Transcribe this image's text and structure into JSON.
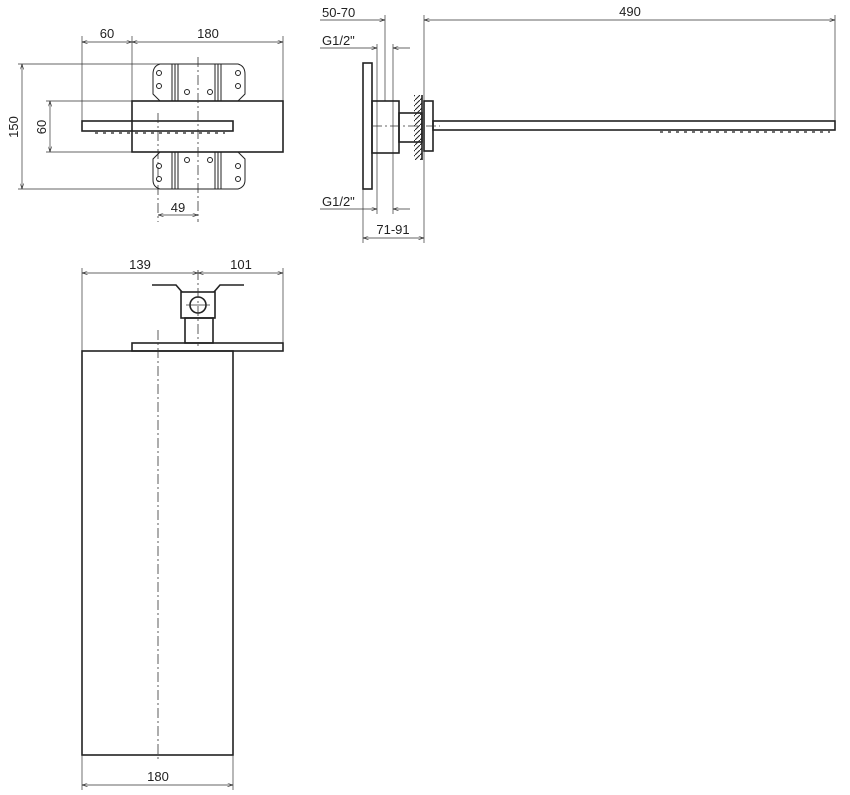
{
  "drawing": {
    "top_view": {
      "dim_overhang": "60",
      "dim_width": "180",
      "dim_height": "150",
      "dim_body_height": "60",
      "dim_offset": "49"
    },
    "side_view": {
      "dim_wall_depth": "50-70",
      "dim_arm_length": "490",
      "thread_top": "G1/2\"",
      "thread_bottom": "G1/2\"",
      "dim_projection": "71-91"
    },
    "front_view": {
      "dim_left": "139",
      "dim_right": "101",
      "dim_width": "180"
    }
  }
}
